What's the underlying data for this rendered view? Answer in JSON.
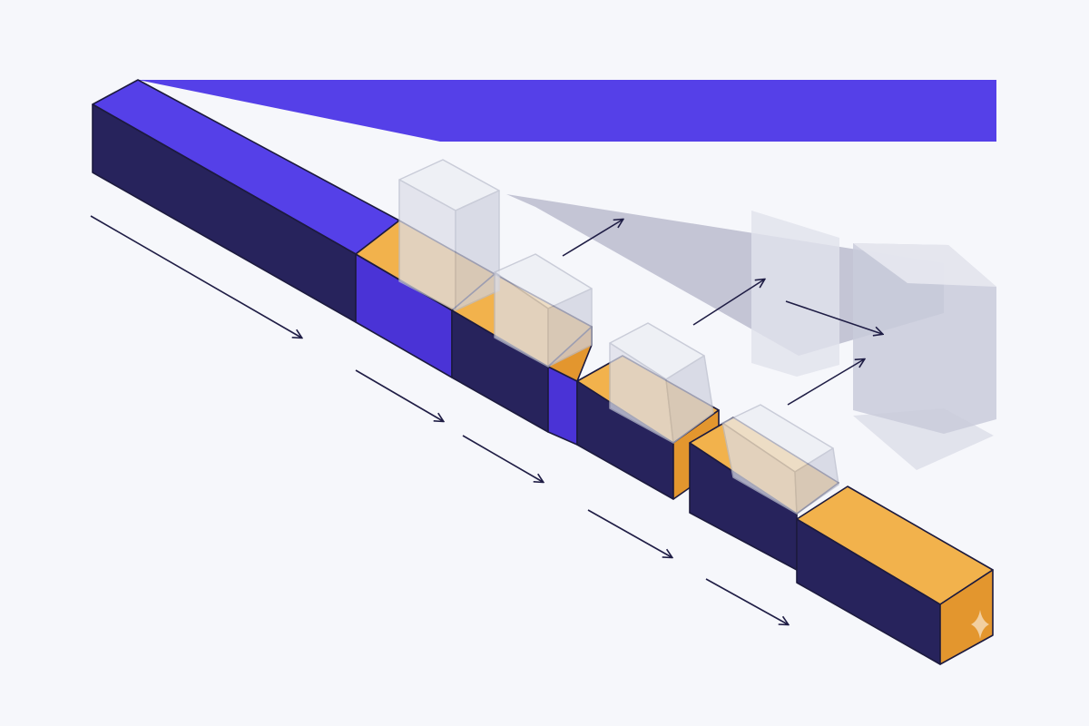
{
  "colors": {
    "background": "#f6f7fb",
    "beam_purple": "#5540e8",
    "bar_dark_navy": "#27235c",
    "bar_edge": "#1c1a3e",
    "segment_orange": "#f2b24c",
    "segment_orange_shade": "#e3962e",
    "ghost_block_fill": "#dcdee8",
    "ghost_block_edge": "#b9bccb",
    "beam_haze": "#9a9cb6",
    "arrow": "#1f1d45"
  },
  "diagram": {
    "segments": [
      {
        "id": "source-segment",
        "top": "purple"
      },
      {
        "id": "segment-2",
        "top": "orange"
      },
      {
        "id": "segment-3",
        "top": "orange"
      },
      {
        "id": "segment-4",
        "top": "orange"
      },
      {
        "id": "segment-5",
        "top": "orange"
      },
      {
        "id": "segment-6",
        "top": "orange"
      }
    ],
    "ghost_blocks": 4,
    "flow_arrows_below": 5,
    "flow_arrows_above": 4,
    "icons": [
      "sparkle-icon"
    ]
  }
}
